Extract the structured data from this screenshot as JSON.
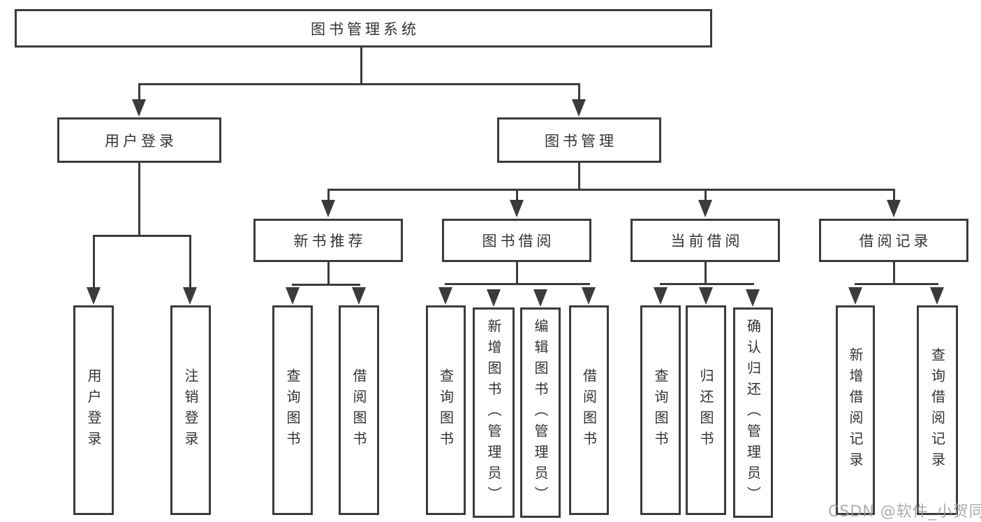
{
  "diagram": {
    "type": "tree",
    "line_color": "#3b3b3b",
    "text_color": "#333333",
    "root": {
      "label": "图书管理系统",
      "children": [
        {
          "label": "用户登录",
          "children": [
            {
              "label": "用户登录"
            },
            {
              "label": "注销登录"
            }
          ]
        },
        {
          "label": "图书管理",
          "children": [
            {
              "label": "新书推荐",
              "children": [
                {
                  "label": "查询图书"
                },
                {
                  "label": "借阅图书"
                }
              ]
            },
            {
              "label": "图书借阅",
              "children": [
                {
                  "label": "查询图书"
                },
                {
                  "label": "新增图书（管理员）"
                },
                {
                  "label": "编辑图书（管理员）"
                },
                {
                  "label": "借阅图书"
                }
              ]
            },
            {
              "label": "当前借阅",
              "children": [
                {
                  "label": "查询图书"
                },
                {
                  "label": "归还图书"
                },
                {
                  "label": "确认归还（管理员）"
                }
              ]
            },
            {
              "label": "借阅记录",
              "children": [
                {
                  "label": "新增借阅记录"
                },
                {
                  "label": "查询借阅记录"
                }
              ]
            }
          ]
        }
      ]
    }
  },
  "watermark": {
    "text": "CSDN @软件_小贺同学"
  }
}
